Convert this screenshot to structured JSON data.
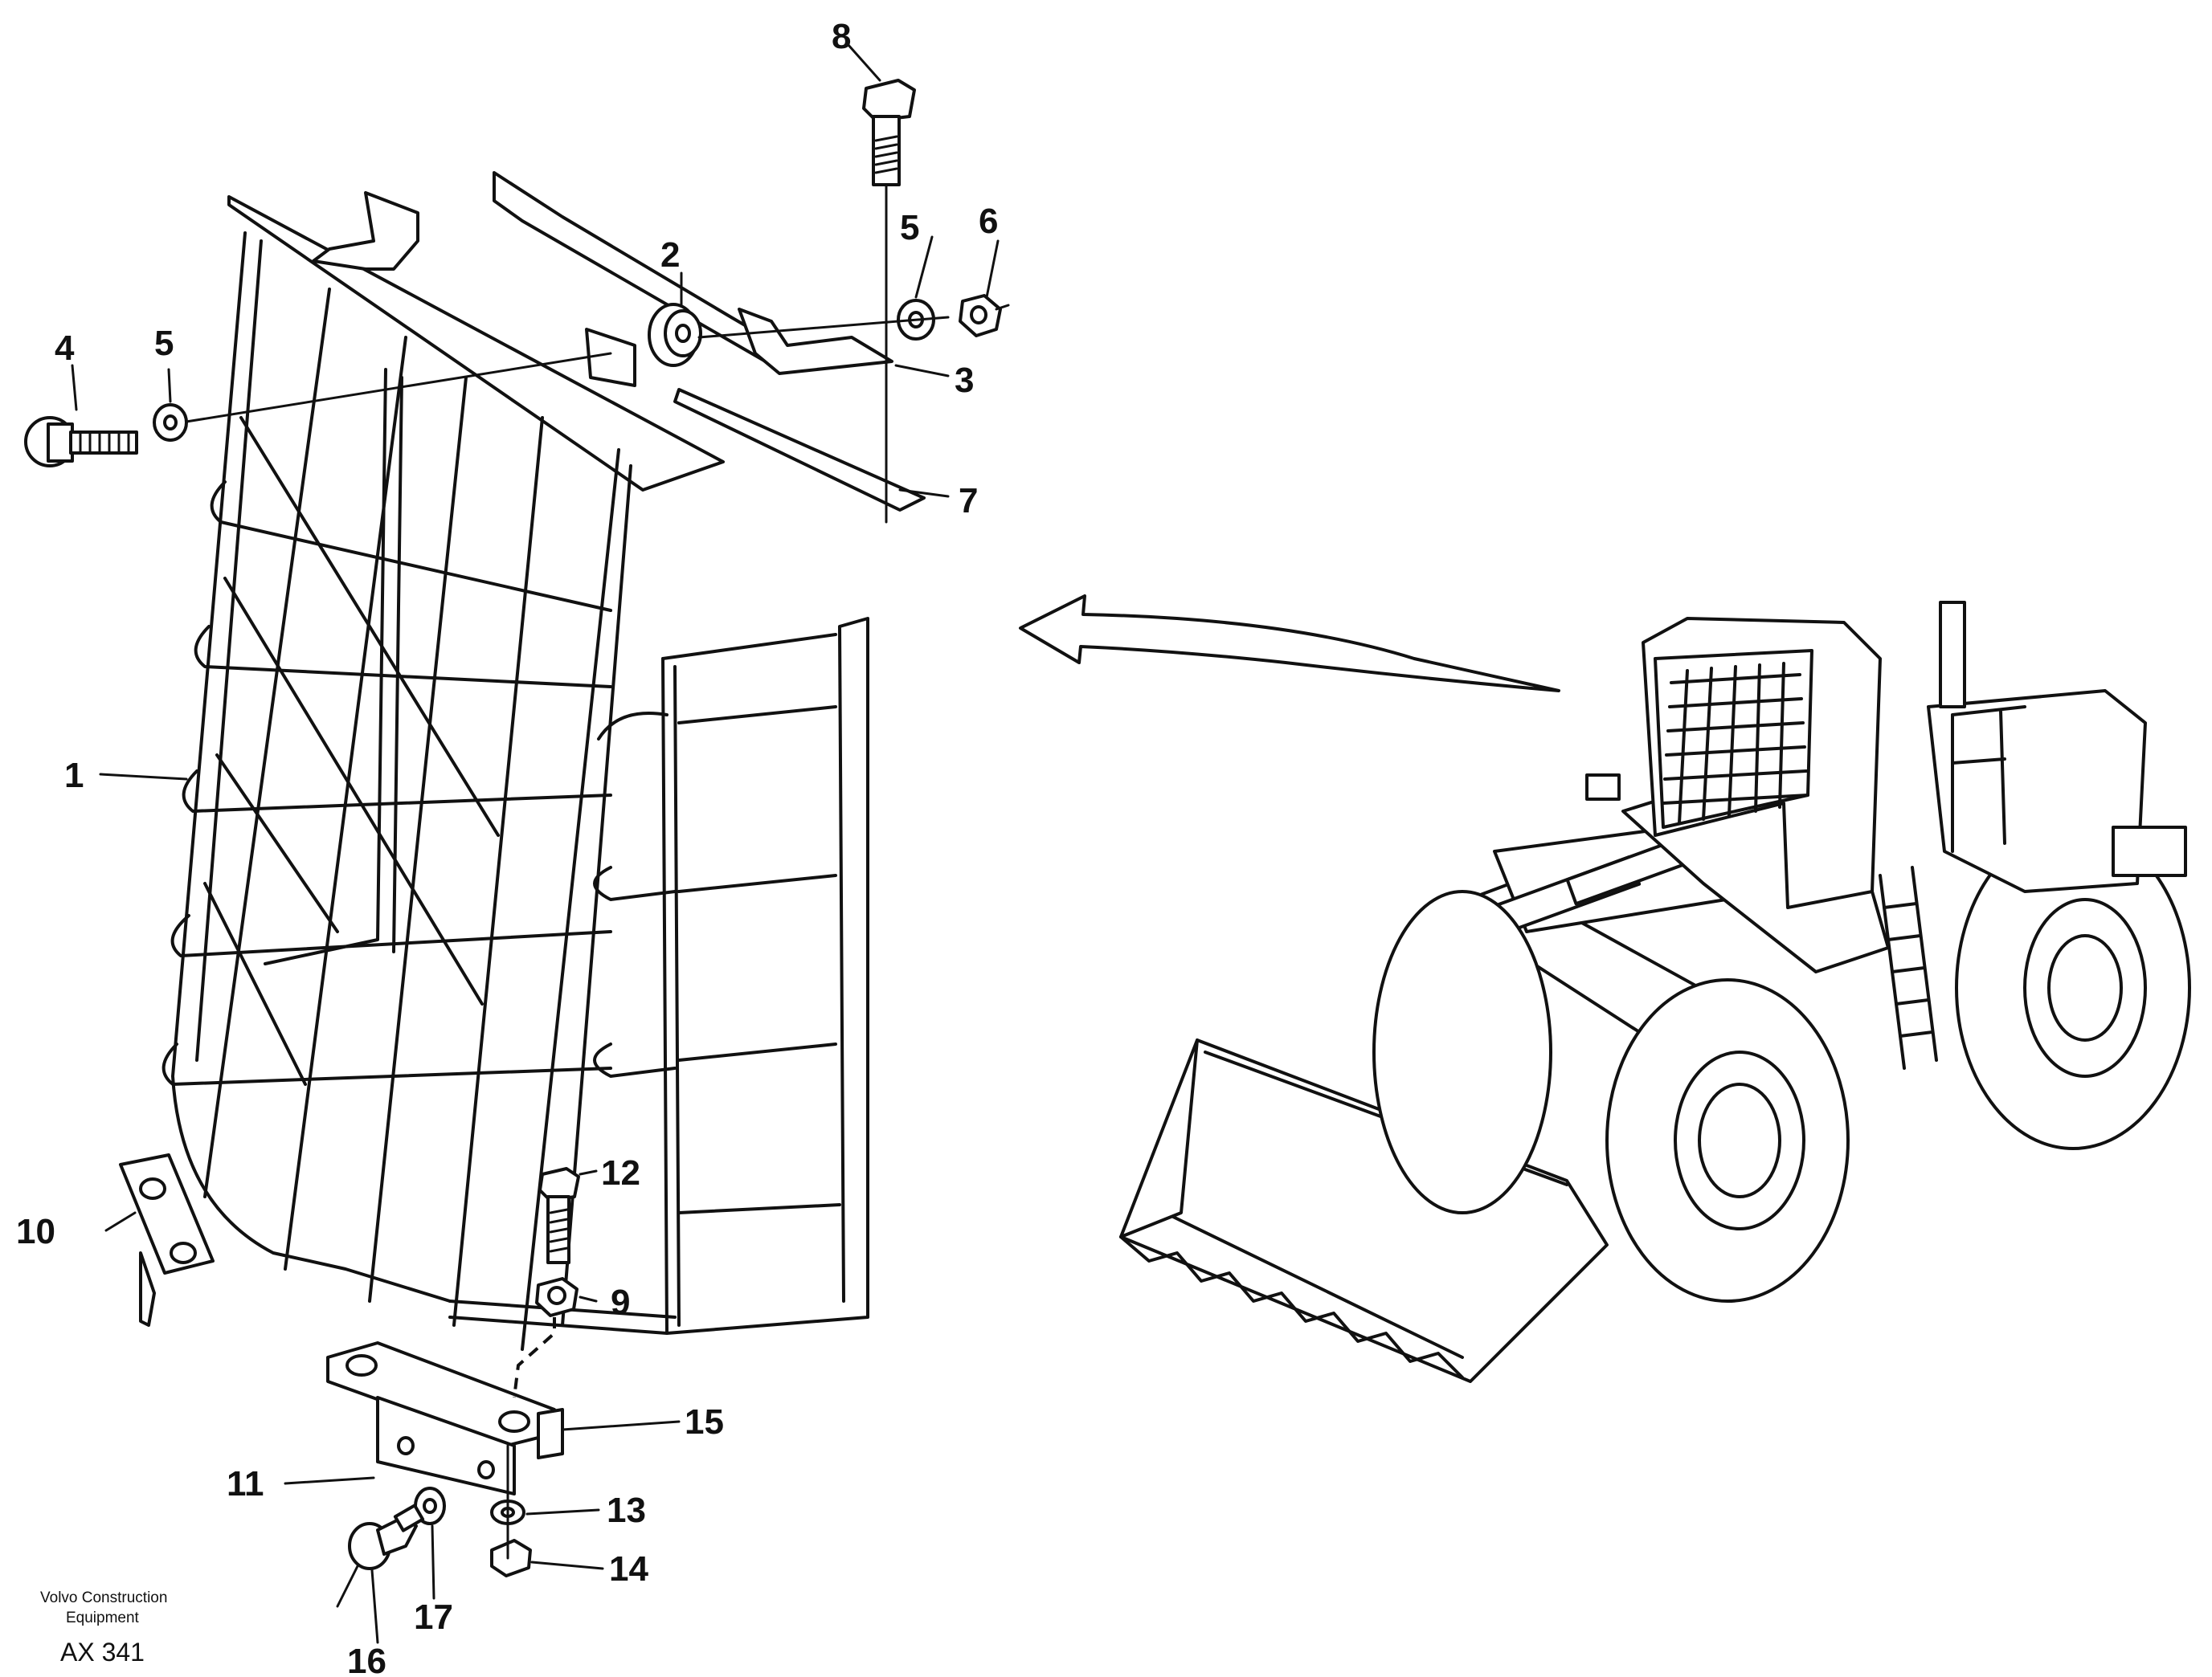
{
  "diagram": {
    "callouts": [
      {
        "id": "1",
        "label": "1"
      },
      {
        "id": "2",
        "label": "2"
      },
      {
        "id": "3",
        "label": "3"
      },
      {
        "id": "4",
        "label": "4"
      },
      {
        "id": "5a",
        "label": "5"
      },
      {
        "id": "5b",
        "label": "5"
      },
      {
        "id": "6",
        "label": "6"
      },
      {
        "id": "7",
        "label": "7"
      },
      {
        "id": "8",
        "label": "8"
      },
      {
        "id": "9",
        "label": "9"
      },
      {
        "id": "10",
        "label": "10"
      },
      {
        "id": "11",
        "label": "11"
      },
      {
        "id": "12",
        "label": "12"
      },
      {
        "id": "13",
        "label": "13"
      },
      {
        "id": "14",
        "label": "14"
      },
      {
        "id": "15",
        "label": "15"
      },
      {
        "id": "16",
        "label": "16"
      },
      {
        "id": "17",
        "label": "17"
      }
    ]
  },
  "footer": {
    "publisher_line1": "Volvo Construction",
    "publisher_line2": "Equipment",
    "code": "AX 341"
  }
}
